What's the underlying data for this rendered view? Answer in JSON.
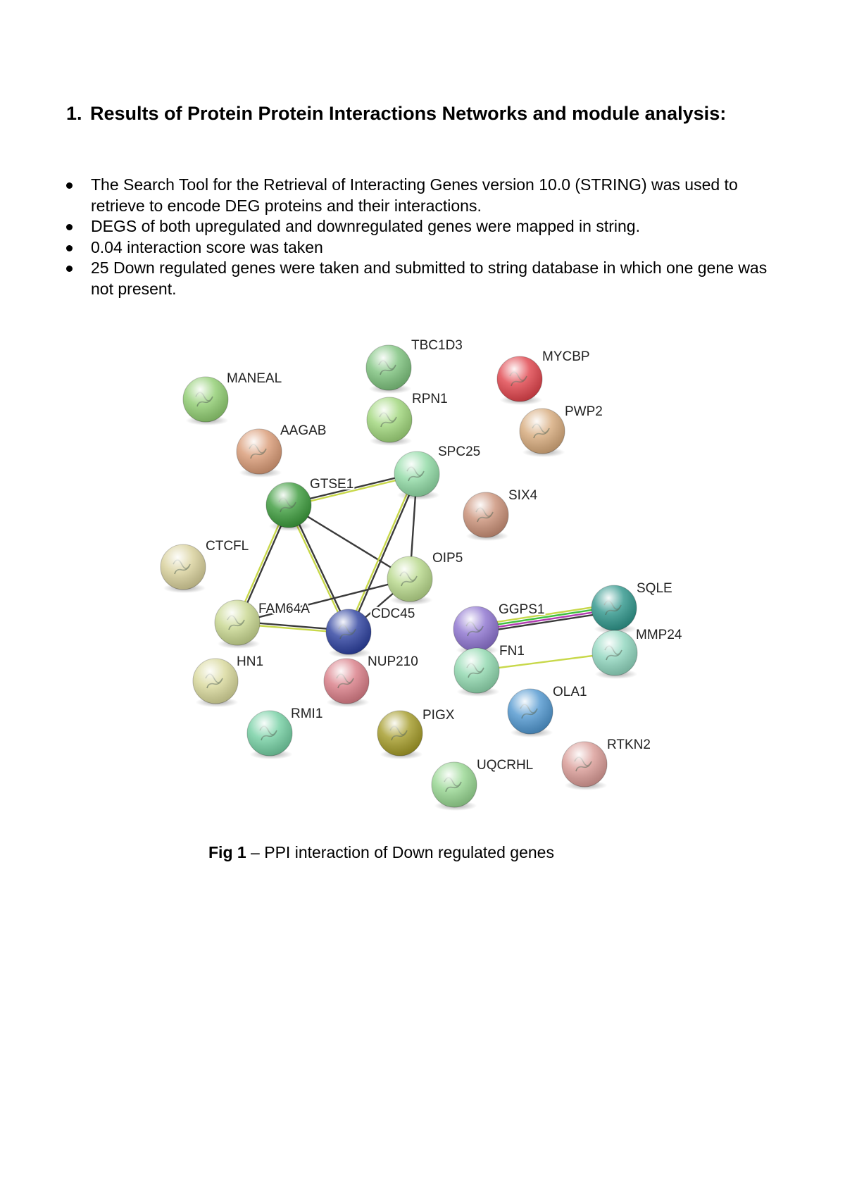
{
  "heading": {
    "number": "1.",
    "text": "Results of Protein Protein Interactions Networks and module analysis:"
  },
  "bullets": [
    "The Search Tool for the Retrieval of Interacting Genes version 10.0 (STRING) was used to retrieve to encode DEG proteins and their interactions.",
    "DEGS of both upregulated and downregulated genes were mapped in string.",
    "0.04 interaction score was taken",
    "25 Down regulated genes were taken and submitted to string database in which one gene was not present."
  ],
  "network": {
    "nodes": [
      {
        "id": "TBC1D3",
        "color": "#7cc27c"
      },
      {
        "id": "MYCBP",
        "color": "#e0424a"
      },
      {
        "id": "MANEAL",
        "color": "#8fcd70"
      },
      {
        "id": "RPN1",
        "color": "#9fd67a"
      },
      {
        "id": "PWP2",
        "color": "#d6a97a"
      },
      {
        "id": "AAGAB",
        "color": "#d99a75"
      },
      {
        "id": "SPC25",
        "color": "#8fdaa4"
      },
      {
        "id": "GTSE1",
        "color": "#3a9a3a"
      },
      {
        "id": "SIX4",
        "color": "#c98f76"
      },
      {
        "id": "CTCFL",
        "color": "#d8d09a"
      },
      {
        "id": "OIP5",
        "color": "#b7d88a"
      },
      {
        "id": "SQLE",
        "color": "#2d958a"
      },
      {
        "id": "FAM64A",
        "color": "#c8d78f"
      },
      {
        "id": "CDC45",
        "color": "#2b3f9e"
      },
      {
        "id": "GGPS1",
        "color": "#8c72cf"
      },
      {
        "id": "MMP24",
        "color": "#8fd6be"
      },
      {
        "id": "FN1",
        "color": "#8fd8ae"
      },
      {
        "id": "HN1",
        "color": "#d8d89a"
      },
      {
        "id": "NUP210",
        "color": "#d97c86"
      },
      {
        "id": "OLA1",
        "color": "#4f96cf"
      },
      {
        "id": "RMI1",
        "color": "#73cfa2"
      },
      {
        "id": "PIGX",
        "color": "#a39a26"
      },
      {
        "id": "RTKN2",
        "color": "#d99a95"
      },
      {
        "id": "UQCRHL",
        "color": "#96d690"
      }
    ],
    "edges": [
      {
        "source": "GTSE1",
        "target": "SPC25",
        "colors": [
          "#3a3a3a",
          "#c8d84a"
        ]
      },
      {
        "source": "GTSE1",
        "target": "FAM64A",
        "colors": [
          "#3a3a3a",
          "#c8d84a"
        ]
      },
      {
        "source": "GTSE1",
        "target": "CDC45",
        "colors": [
          "#3a3a3a",
          "#c8d84a"
        ]
      },
      {
        "source": "GTSE1",
        "target": "OIP5",
        "colors": [
          "#3a3a3a"
        ]
      },
      {
        "source": "SPC25",
        "target": "OIP5",
        "colors": [
          "#3a3a3a"
        ]
      },
      {
        "source": "SPC25",
        "target": "CDC45",
        "colors": [
          "#3a3a3a",
          "#c8d84a"
        ]
      },
      {
        "source": "OIP5",
        "target": "FAM64A",
        "colors": [
          "#3a3a3a"
        ]
      },
      {
        "source": "OIP5",
        "target": "CDC45",
        "colors": [
          "#3a3a3a"
        ]
      },
      {
        "source": "FAM64A",
        "target": "CDC45",
        "colors": [
          "#3a3a3a",
          "#c8d84a"
        ]
      },
      {
        "source": "GGPS1",
        "target": "SQLE",
        "colors": [
          "#c8d84a",
          "#3fbf3f",
          "#b03ab0",
          "#3a3a3a"
        ]
      },
      {
        "source": "FN1",
        "target": "MMP24",
        "colors": [
          "#c8d84a"
        ]
      }
    ]
  },
  "caption": {
    "bold": "Fig 1",
    "rest": " – PPI interaction of Down regulated genes"
  }
}
